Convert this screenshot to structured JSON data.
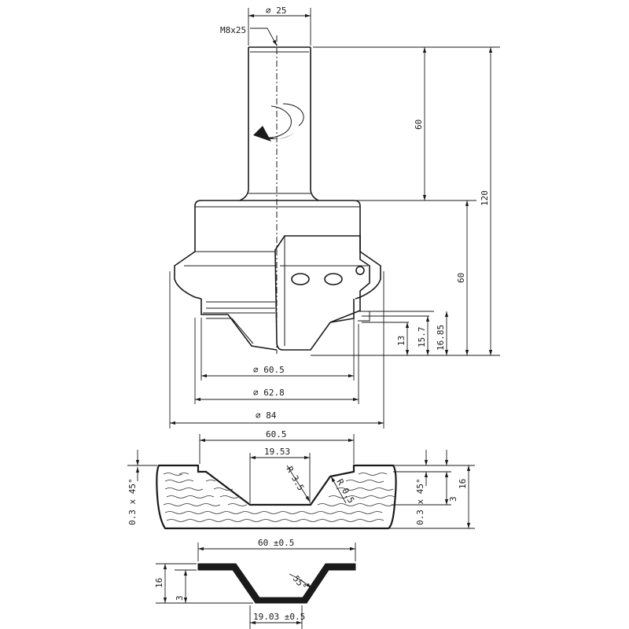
{
  "drawing": {
    "top_view": {
      "shank_diameter": "⌀ 25",
      "thread": "M8x25",
      "length_shank": "60",
      "length_total": "120",
      "length_body": "60",
      "height_13": "13",
      "height_15_7": "15.7",
      "height_16_85": "16.85",
      "diameter_60_5": "⌀ 60.5",
      "diameter_62_8": "⌀ 62.8",
      "diameter_84": "⌀ 84"
    },
    "section_view": {
      "width_60_5": "60.5",
      "width_19_53": "19.53",
      "radius_3_5": "R 3.5",
      "radius_0_5": "R 0.5",
      "chamfer_left": "0.3 x 45°",
      "chamfer_right": "0.3 x 45°",
      "height_3": "3",
      "height_16": "16"
    },
    "profile_view": {
      "width_60": "60 ±0.5",
      "angle_55": "55°",
      "height_16": "16",
      "height_3": "3",
      "width_19_03": "19.03 ±0.5"
    }
  }
}
